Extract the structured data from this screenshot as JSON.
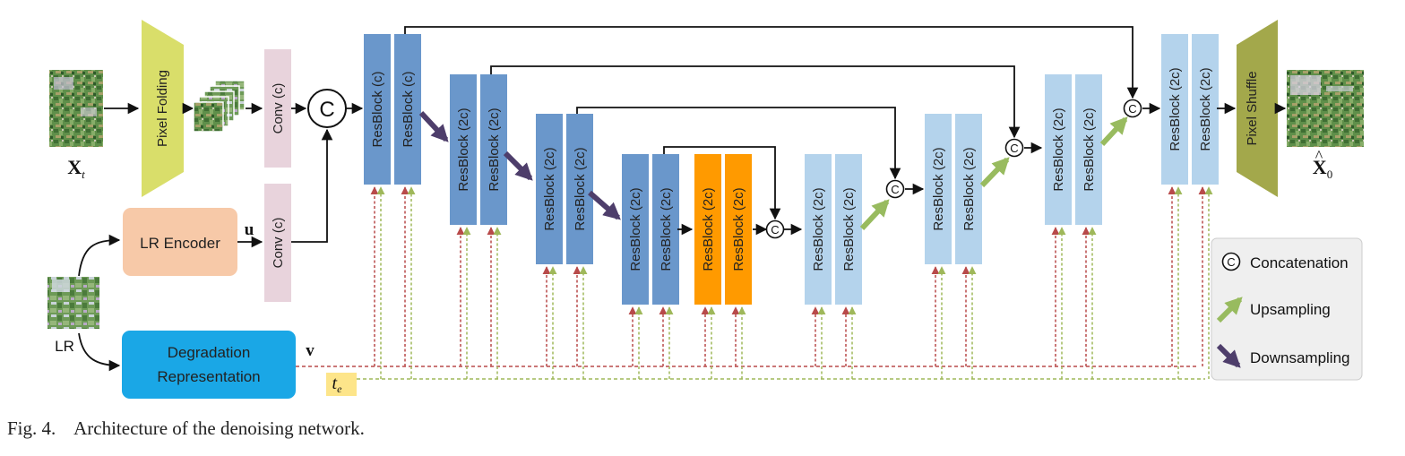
{
  "colors": {
    "block_dark": "#6a97cb",
    "block_light": "#b4d3ec",
    "block_middle": "#ff9a00",
    "conv": "#e8d3dc",
    "lr_encoder": "#f7c9a8",
    "degradation": "#1aa7e6",
    "pixel_fold": "#d9de6a",
    "pixel_shuffle": "#a3a84b",
    "upsample": "#98bb5f",
    "downsample": "#4e3e6b",
    "v_line": "#b84a4a",
    "t_line": "#9fb85a",
    "te_box": "#fde58a",
    "legend_bg": "#efefef"
  },
  "inputs": {
    "xt_label": "X",
    "xt_sub": "t",
    "lr_label": "LR",
    "output_label": "X",
    "output_sub": "0"
  },
  "ops": {
    "pixel_folding": "Pixel Folding",
    "pixel_shuffle": "Pixel Shuffle",
    "conv_top": "Conv (c)",
    "conv_bottom": "Conv (c)",
    "concat_symbol": "C",
    "lr_encoder": "LR Encoder",
    "degradation_line1": "Degradation",
    "degradation_line2": "Representation",
    "u_label": "u",
    "v_label": "v",
    "te_label": "t",
    "te_sub": "e"
  },
  "blocks": {
    "l1": [
      "ResBlock (c)",
      "ResBlock (c)"
    ],
    "l2": [
      "ResBlock (2c)",
      "ResBlock (2c)"
    ],
    "l3": [
      "ResBlock (2c)",
      "ResBlock (2c)"
    ],
    "l4": [
      "ResBlock (2c)",
      "ResBlock (2c)"
    ],
    "mid": [
      "ResBlock (2c)",
      "ResBlock (2c)"
    ],
    "u4": [
      "ResBlock (2c)",
      "ResBlock (2c)"
    ],
    "u3": [
      "ResBlock (2c)",
      "ResBlock (2c)"
    ],
    "u2": [
      "ResBlock (2c)",
      "ResBlock (2c)"
    ],
    "u1": [
      "ResBlock (2c)",
      "ResBlock (2c)"
    ]
  },
  "legend": {
    "concat_symbol": "C",
    "concatenation": "Concatenation",
    "upsampling": "Upsampling",
    "downsampling": "Downsampling"
  },
  "caption": "Fig. 4.    Architecture of the denoising network."
}
